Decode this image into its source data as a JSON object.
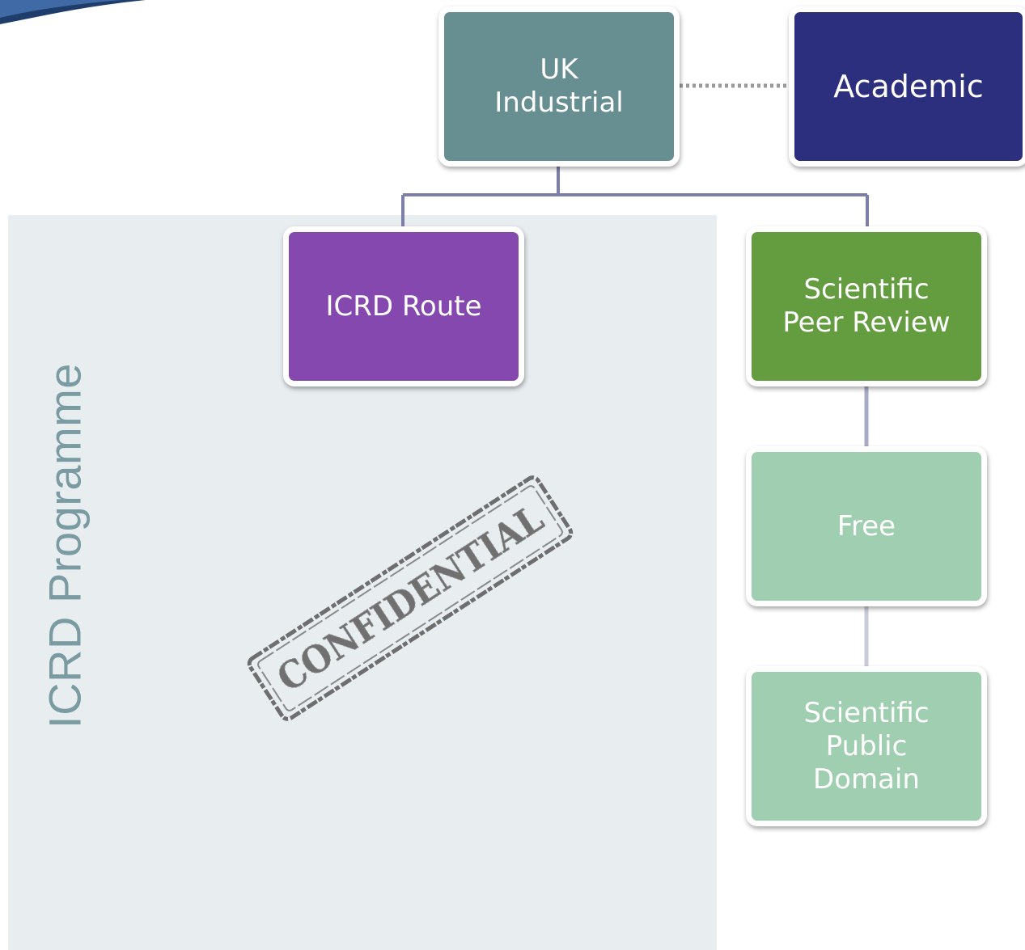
{
  "programme_label": "ICRD Programme",
  "stamp_text": "CONFIDENTIAL",
  "nodes": {
    "uk_industrial": {
      "label": "UK\nIndustrial",
      "color": "#678e90"
    },
    "academic": {
      "label": "Academic",
      "color": "#2c2f7e"
    },
    "icrd_route": {
      "label": "ICRD Route",
      "color": "#8448af"
    },
    "peer_review": {
      "label": "Scientific\nPeer Review",
      "color": "#649c40"
    },
    "free": {
      "label": "Free",
      "color": "#9fceb0"
    },
    "public_domain": {
      "label": "Scientific\nPublic\nDomain",
      "color": "#9fceb0"
    }
  },
  "colors": {
    "panel": "#e8edf0",
    "connector": "#7d7fa8",
    "connector_light": "#a9abc6",
    "connector_faint": "#c9cad8",
    "dotted": "#9a9a9a",
    "programme_label": "#7a9ba1",
    "stamp": "#6e6e6e"
  }
}
